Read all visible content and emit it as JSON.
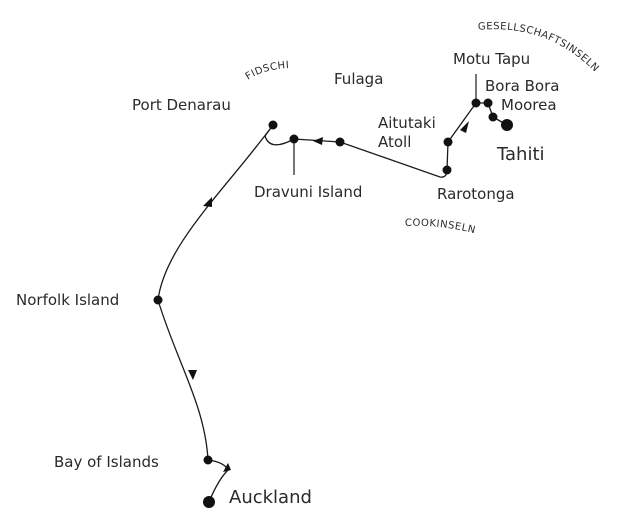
{
  "regions": {
    "fiji": "FIDSCHI",
    "society_islands": "GESELLSCHAFTSINSELN",
    "cook_islands": "COOKINSELN"
  },
  "ports": {
    "motu_tapu": "Motu Tapu",
    "bora_bora": "Bora Bora",
    "moorea": "Moorea",
    "tahiti": "Tahiti",
    "aitutaki_line1": "Aitutaki",
    "aitutaki_line2": "Atoll",
    "rarotonga": "Rarotonga",
    "fulaga": "Fulaga",
    "dravuni": "Dravuni Island",
    "port_denarau": "Port Denarau",
    "norfolk": "Norfolk Island",
    "bay_of_islands": "Bay of Islands",
    "auckland": "Auckland"
  },
  "colors": {
    "route": "#1a1a1a",
    "text": "#2a2a2a",
    "background": "#ffffff"
  }
}
